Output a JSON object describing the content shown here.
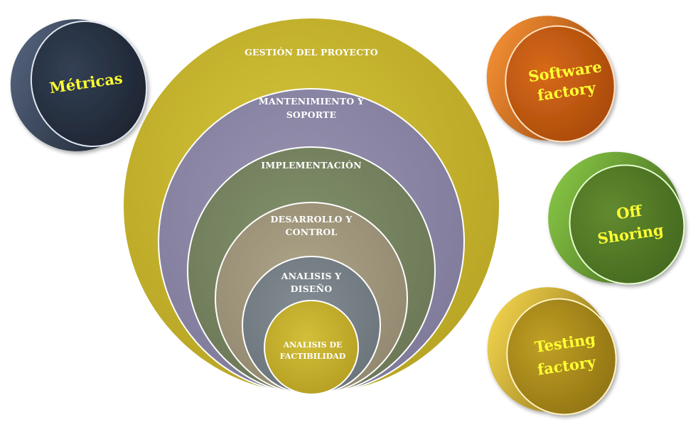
{
  "colors": {
    "gestion": "#c6b42c",
    "mantenimiento": "#8b87a5",
    "implementacion": "#768360",
    "desarrollo": "#a0957a",
    "analisis_diseno": "#757f86",
    "factibilidad": "#c5b02c",
    "label_text": "#ffffff",
    "disc_text": "#ffff33",
    "metricas_disc": "#27303f",
    "software_disc": "#c45a12",
    "offshoring_disc": "#567a2a",
    "testing_disc": "#a9891c"
  },
  "rings": {
    "gestion": {
      "label": "GESTIÓN DEL PROYECTO"
    },
    "mantenimiento": {
      "label_line1": "MANTENIMIENTO Y",
      "label_line2": "SOPORTE"
    },
    "implementacion": {
      "label": "IMPLEMENTACIÓN"
    },
    "desarrollo": {
      "label_line1": "DESARROLLO Y",
      "label_line2": "CONTROL"
    },
    "analisis_diseno": {
      "label_line1": "ANALISIS Y",
      "label_line2": "DISEÑO"
    },
    "factibilidad": {
      "label_line1": "ANALISIS DE",
      "label_line2": "FACTIBILIDAD"
    }
  },
  "discs": {
    "metricas": {
      "label": "Métricas"
    },
    "software_factory": {
      "label_line1": "Software",
      "label_line2": "factory"
    },
    "off_shoring": {
      "label_line1": "Off",
      "label_line2": "Shoring"
    },
    "testing_factory": {
      "label_line1": "Testing",
      "label_line2": "factory"
    }
  }
}
